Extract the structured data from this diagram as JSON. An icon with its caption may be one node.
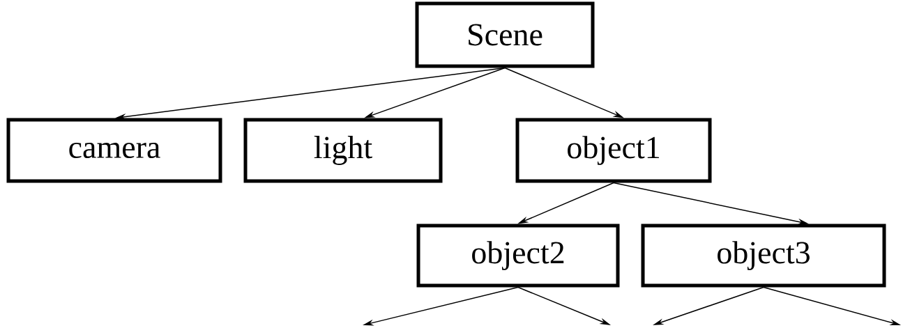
{
  "diagram": {
    "nodes": [
      {
        "text": [
          "Scene"
        ]
      },
      {
        "text": [
          "camera"
        ]
      },
      {
        "text": [
          "light"
        ]
      },
      {
        "text": [
          "object1"
        ]
      },
      {
        "text": [
          "object2"
        ]
      },
      {
        "text": [
          "object3"
        ]
      }
    ],
    "edges": [
      {
        "from": 0,
        "to": 1,
        "arrow": "to"
      },
      {
        "from": 0,
        "to": 2,
        "arrow": "to"
      },
      {
        "from": 0,
        "to": 3,
        "arrow": "to"
      },
      {
        "from": 3,
        "to": 4,
        "arrow": "to"
      },
      {
        "from": 3,
        "to": 5,
        "arrow": "to"
      },
      {
        "from": 4,
        "to": null,
        "arrow": "to"
      },
      {
        "from": 4,
        "to": null,
        "arrow": "to"
      },
      {
        "from": 5,
        "to": null,
        "arrow": "to"
      },
      {
        "from": 5,
        "to": null,
        "arrow": "to"
      }
    ]
  }
}
